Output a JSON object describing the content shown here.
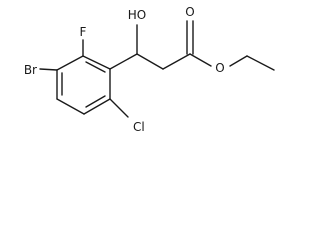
{
  "atoms": {
    "br": "Br",
    "f": "F",
    "oh": "HO",
    "o_carbonyl": "O",
    "o_ester": "O",
    "cl": "Cl"
  }
}
